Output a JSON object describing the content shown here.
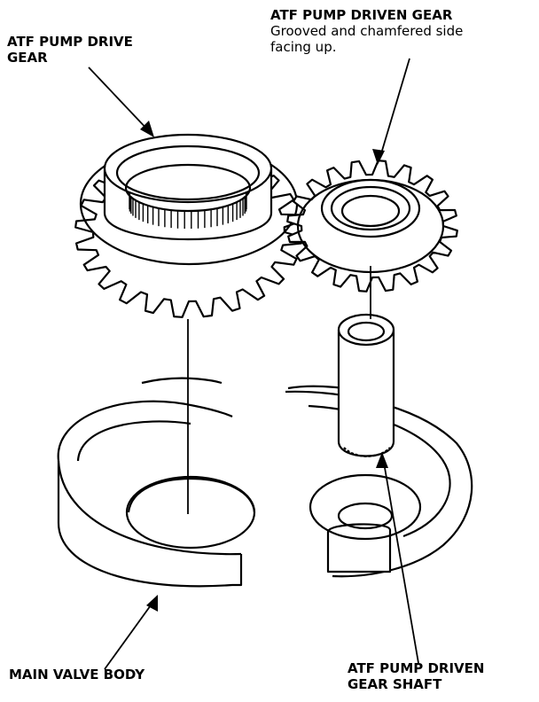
{
  "labels": {
    "drive_gear": {
      "line1": "ATF PUMP DRIVE",
      "line2": "GEAR"
    },
    "driven_gear": {
      "title": "ATF PUMP DRIVEN GEAR",
      "note1": "Grooved and chamfered side",
      "note2": "facing up."
    },
    "main_valve_body": "MAIN VALVE BODY",
    "driven_gear_shaft": {
      "line1": "ATF PUMP DRIVEN",
      "line2": "GEAR SHAFT"
    }
  },
  "gears": {
    "drive_gear_teeth": 24,
    "driven_gear_teeth": 20
  },
  "colors": {
    "ink": "#000000",
    "paper": "#ffffff"
  }
}
